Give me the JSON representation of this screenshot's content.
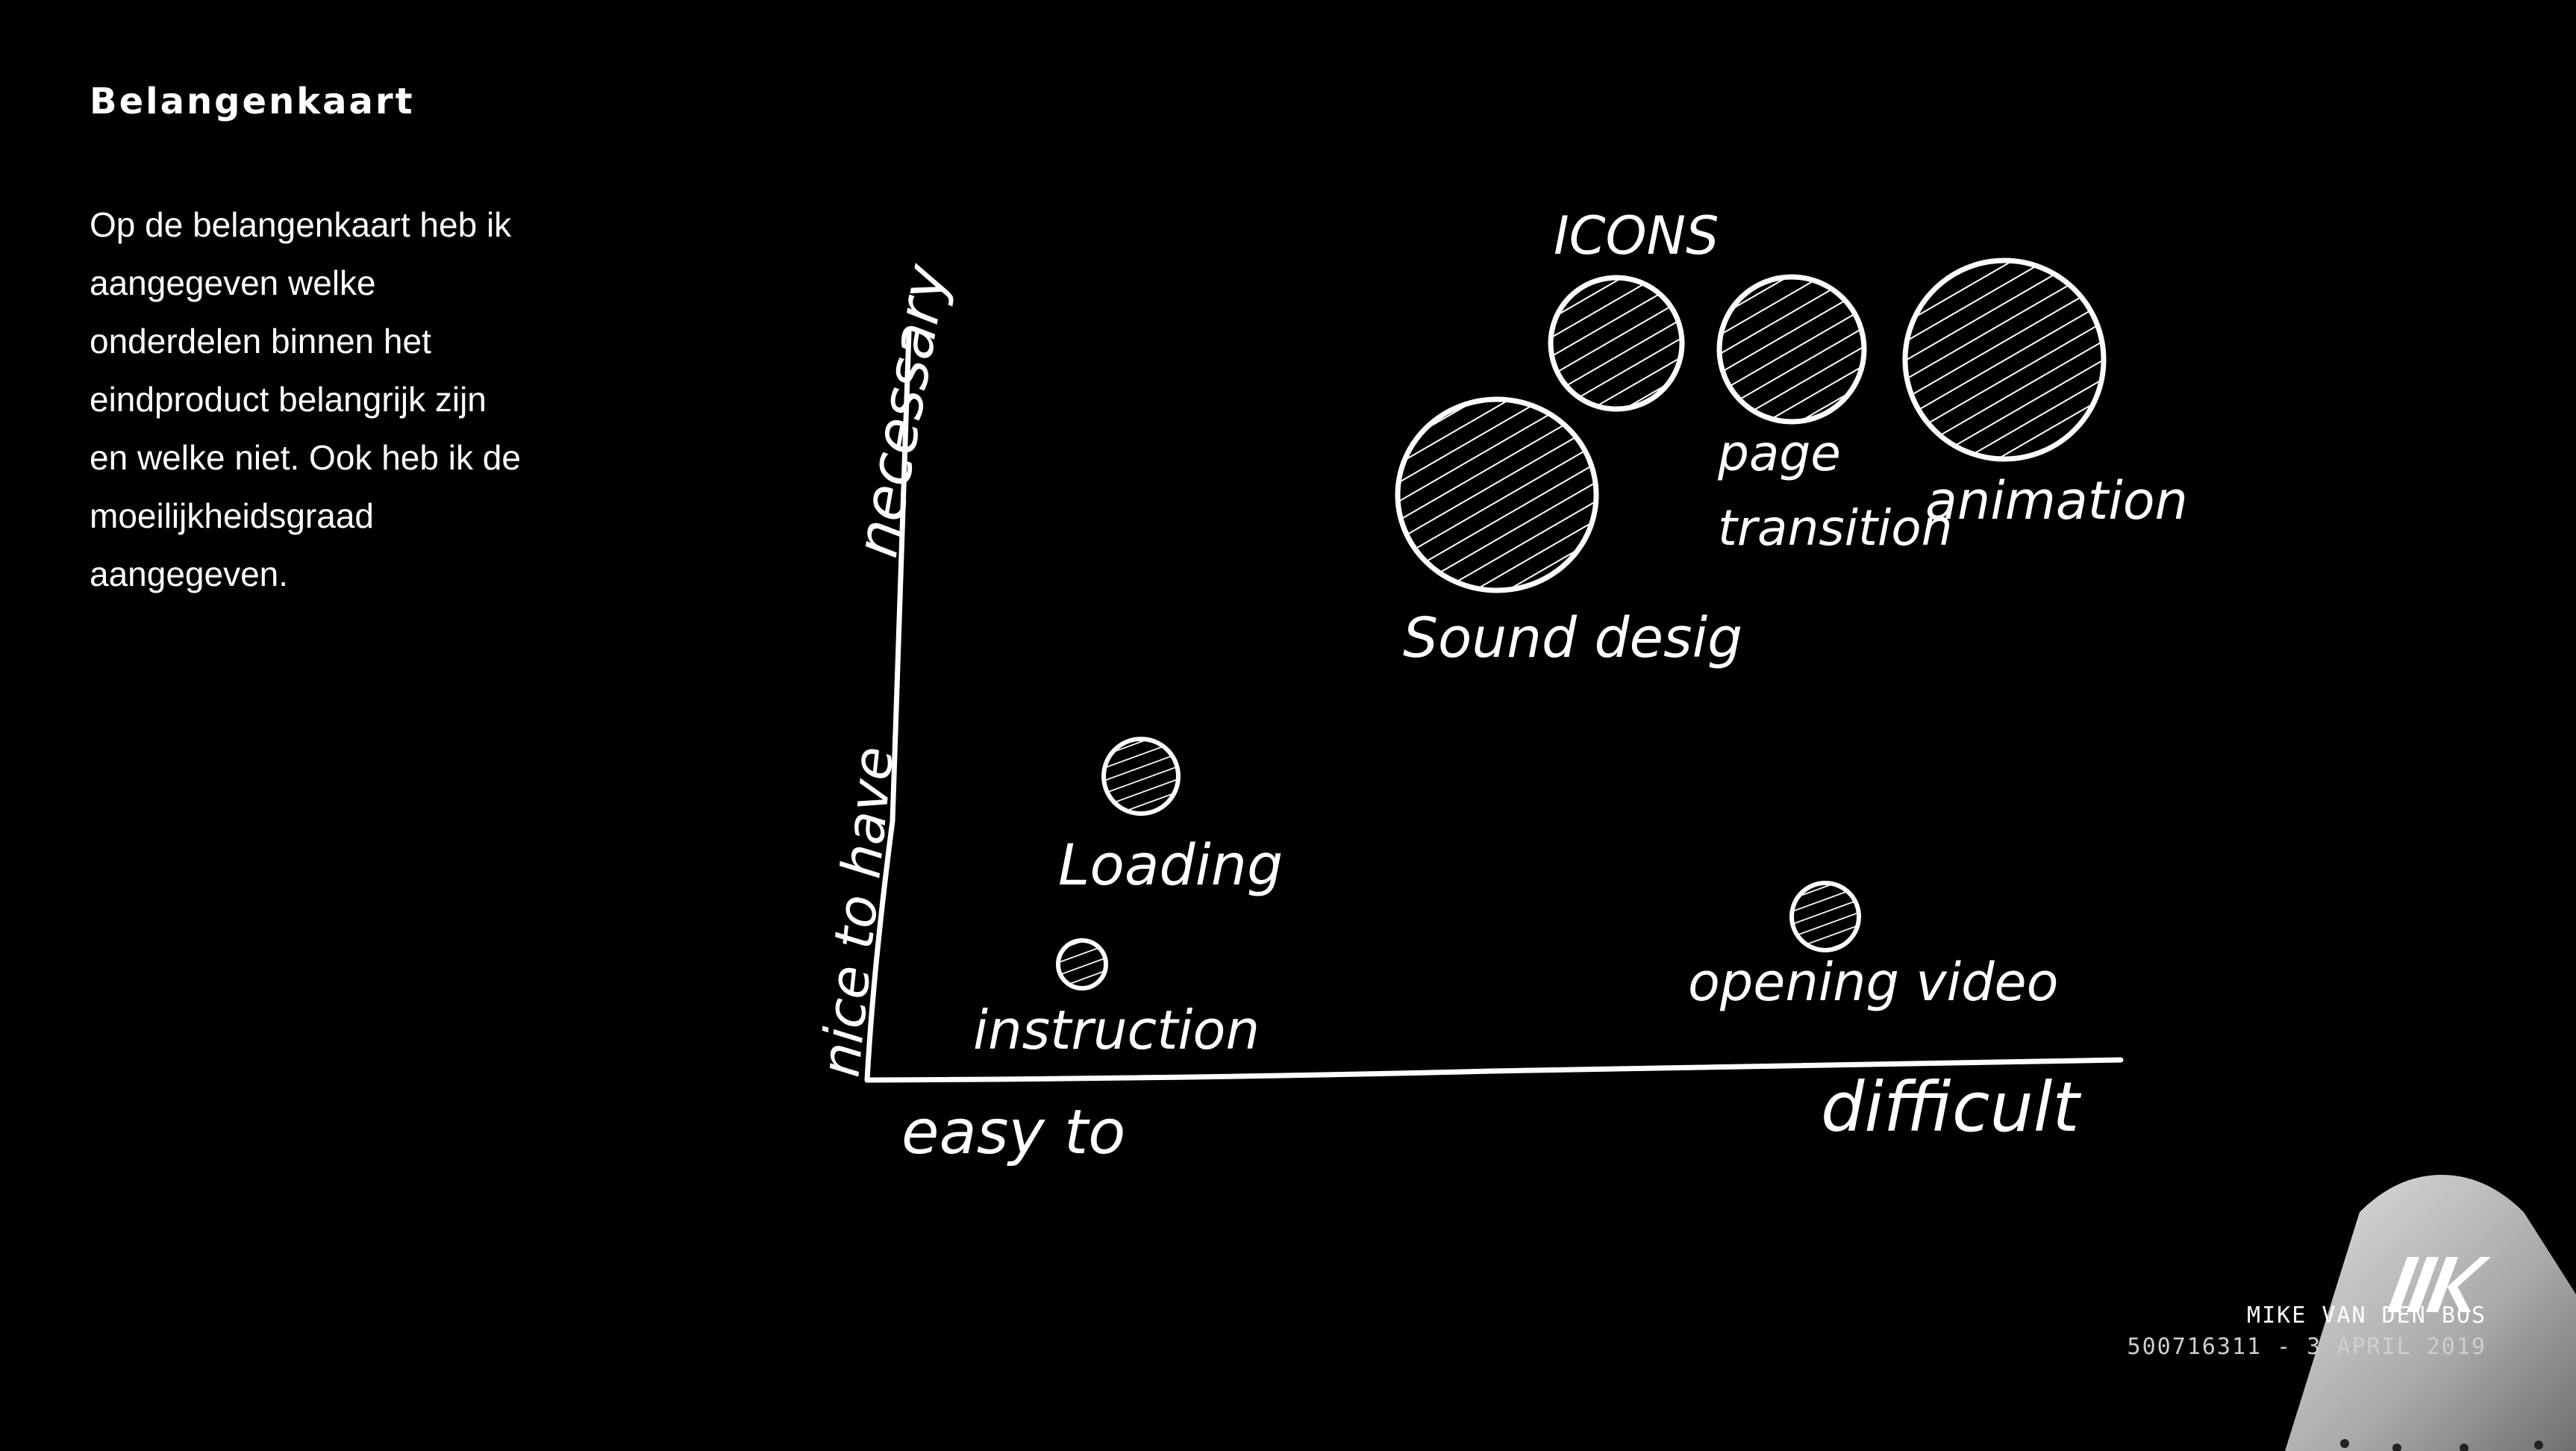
{
  "slide": {
    "title": "Belangenkaart",
    "paragraph_lines": [
      "Op de belangenkaart heb ik",
      "aangegeven welke",
      "onderdelen binnen het",
      "eindproduct belangrijk zijn",
      "en welke niet. Ook heb ik de",
      "moeilijkheidsgraad",
      "aangegeven."
    ]
  },
  "sketch": {
    "y_axis_top": "necessary",
    "y_axis_bottom": "nice to have",
    "x_axis_left": "easy to",
    "x_axis_right": "difficult",
    "items": {
      "icons": "ICONS",
      "sound_design": "Sound desig",
      "page_transition_line1": "page",
      "page_transition_line2": "transition",
      "animation": "animation",
      "loading": "Loading",
      "instruction": "instruction",
      "opening_video": "opening video"
    }
  },
  "footer": {
    "name": "MIKE VAN DEN BOS",
    "meta": "500716311 - 3 APRIL 2019",
    "logo_icon": "mvdb-logo-icon"
  }
}
